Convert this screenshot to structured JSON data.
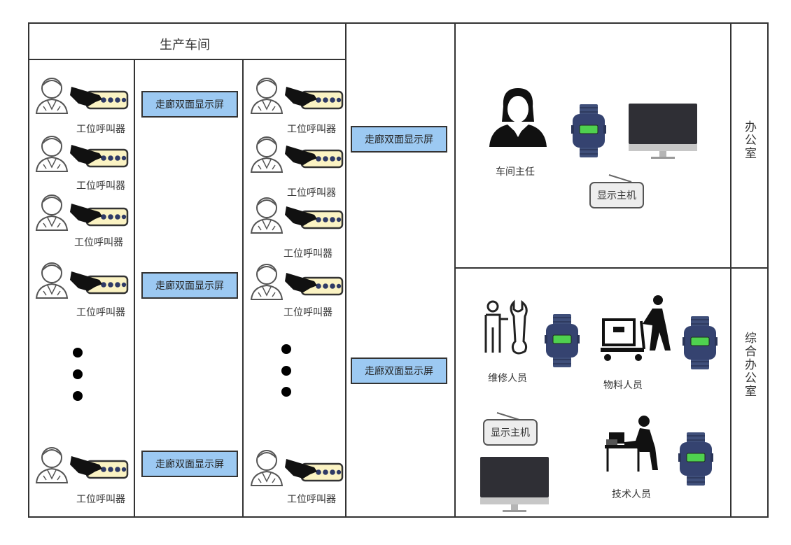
{
  "workshop": {
    "title": "生产车间",
    "caller_label": "工位呼叫器",
    "screen_label": "走廊双面显示屏"
  },
  "office": {
    "title": "办公室",
    "director_label": "车间主任",
    "host_label": "显示主机"
  },
  "general_office": {
    "title": "综合办公室",
    "maintenance_label": "维修人员",
    "material_label": "物料人员",
    "technician_label": "技术人员",
    "host_label": "显示主机"
  },
  "colors": {
    "screen_fill": "#9cc9f2",
    "caller_fill": "#fbf3c3",
    "watch_body": "#3f4f7a",
    "watch_display": "#4fd14f"
  },
  "icons": [
    "worker-icon",
    "hand-icon",
    "call-button-icon",
    "smartwatch-icon",
    "monitor-icon",
    "radio-host-icon",
    "manager-icon",
    "mechanic-icon",
    "material-handler-icon",
    "technician-icon"
  ]
}
